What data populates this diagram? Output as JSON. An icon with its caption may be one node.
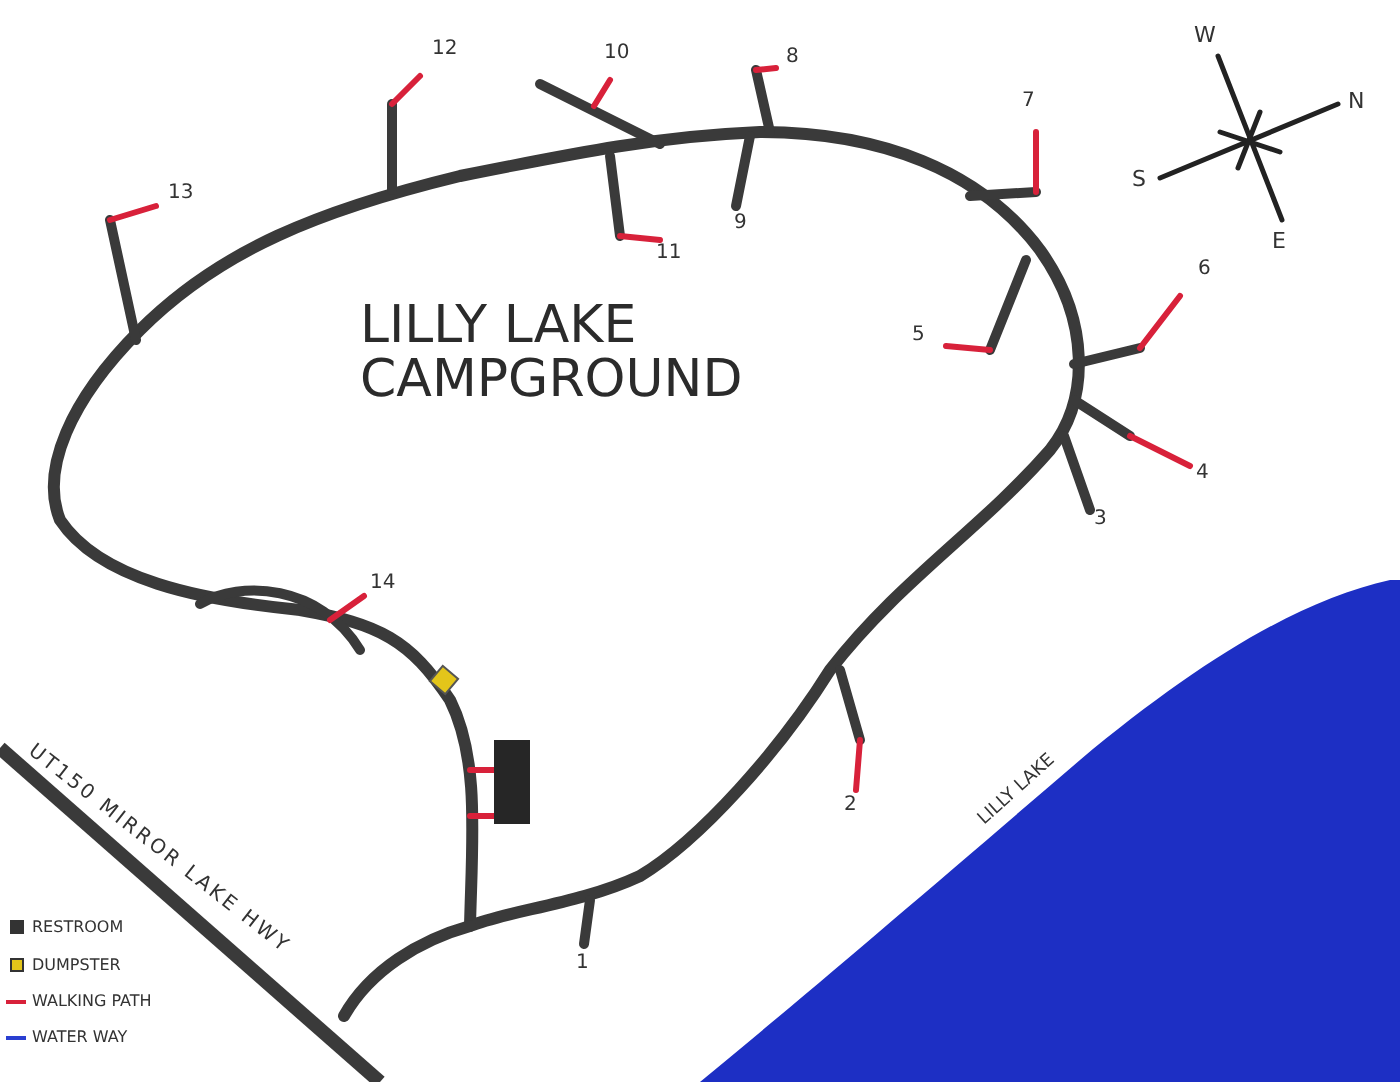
{
  "diagram": {
    "title": "LILLY LAKE CAMPGROUND",
    "labels": [
      "W",
      "12",
      "10",
      "8",
      "7",
      "N",
      "S",
      "13",
      "9",
      "11",
      "E",
      "6",
      "5",
      "4",
      "3",
      "14",
      "LILLY LAKE",
      "2",
      "UT150 MIRROR LAKE HWY",
      "1"
    ],
    "legend": [
      {
        "text": "RESTROOM",
        "color": "#333333"
      },
      {
        "text": "DUMPSTER",
        "color": "#e3c51a"
      },
      {
        "text": "WALKING PATH"
      },
      {
        "text": "WATER WAY"
      }
    ]
  }
}
